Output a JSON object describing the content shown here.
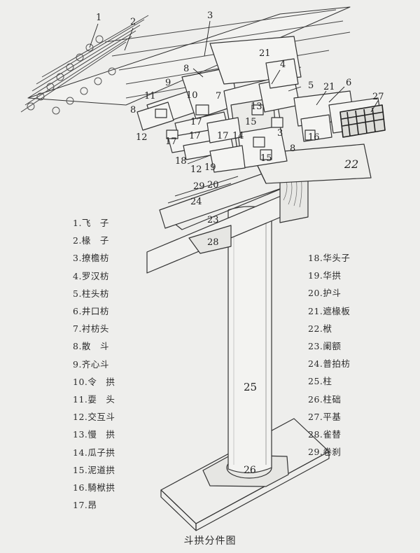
{
  "caption": "斗拱分件图",
  "callouts": {
    "n1": "1",
    "n2": "2",
    "n3": "3",
    "n4": "4",
    "n5": "5",
    "n6": "6",
    "n7": "7",
    "n8": "8",
    "n9": "9",
    "n10": "10",
    "n11": "11",
    "n12": "12",
    "n13": "13",
    "n14": "14",
    "n15": "15",
    "n16": "16",
    "n17": "17",
    "n18": "18",
    "n19": "19",
    "n20": "20",
    "n21": "21",
    "n22": "22",
    "n23": "23",
    "n24": "24",
    "n25": "25",
    "n26": "26",
    "n27": "27",
    "n28": "28",
    "n29": "29"
  },
  "legend_left": [
    "1.飞　子",
    "2.椽　子",
    "3.撩檐枋",
    "4.罗汉枋",
    "5.柱头枋",
    "6.井口枋",
    "7.衬枋头",
    "8.散　斗",
    "9.齐心斗",
    "10.令　拱",
    "11.耍　头",
    "12.交互斗",
    "13.慢　拱",
    "14.瓜子拱",
    "15.泥道拱",
    "16.騎栿拱",
    "17.昂"
  ],
  "legend_right": [
    "18.华头子",
    "19.华拱",
    "20.护斗",
    "21.遮椽板",
    "22.栿",
    "23.阑额",
    "24.普拍枋",
    "25.柱",
    "26.柱础",
    "27.平基",
    "28.雀替",
    "29.卷刹"
  ]
}
